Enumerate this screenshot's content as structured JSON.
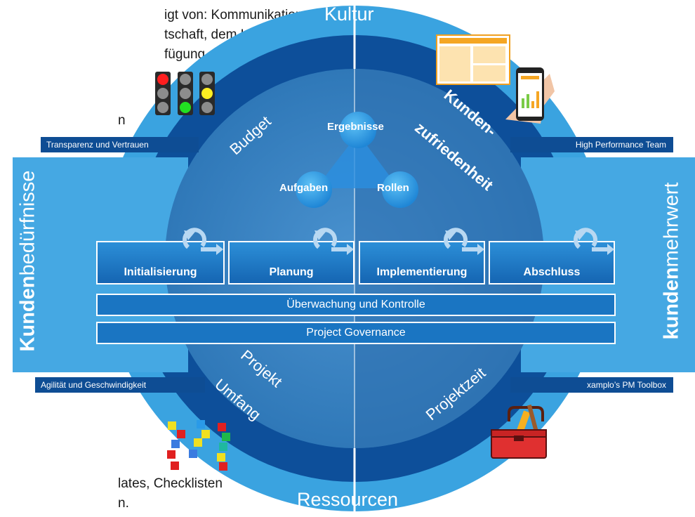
{
  "background_text": {
    "line1": "igt von: Kommunikations-",
    "line2": "tschaft, dem Umgang",
    "line3": "fügung stehen.",
    "line4": "n",
    "line5": "lates, Checklisten",
    "line6": "n."
  },
  "ring": {
    "top": "Kultur",
    "bottom": "Ressourcen"
  },
  "corner_labels": {
    "top_left": "Transparenz und Vertrauen",
    "top_right": "High Performance Team",
    "bottom_left": "Agilität und Geschwindigkeit",
    "bottom_right": "xamplo’s PM Toolbox"
  },
  "side_left": {
    "bold": "Kunden",
    "regular": "bedürfnisse"
  },
  "side_right": {
    "bold": "kunden",
    "regular": "mehrwert"
  },
  "quadrants": {
    "top_left": "Budget",
    "top_right_line1": "Kunden-",
    "top_right_line2": "zufriedenheit",
    "bottom_left_line1": "Projekt",
    "bottom_left_line2": "Umfang",
    "bottom_right": "Projektzeit"
  },
  "triangle": {
    "top": "Ergebnisse",
    "left": "Aufgaben",
    "right": "Rollen"
  },
  "phases": [
    "Initialisierung",
    "Planung",
    "Implementierung",
    "Abschluss"
  ],
  "bars": {
    "monitoring": "Überwachung und Kontrolle",
    "governance": "Project Governance"
  },
  "colors": {
    "outer_ring": "#3aa3e0",
    "inner_ring": "#0d4f9a",
    "inner_circle": "#3d86c4",
    "side_panels": "#45a8e3",
    "phase_box": "#1a75c2",
    "label_strip": "#0e4d94"
  },
  "icons": [
    "traffic-light-icon",
    "dashboard-phone-icon",
    "sticky-notes-icon",
    "toolbox-icon",
    "cycle-arrow-icon"
  ]
}
